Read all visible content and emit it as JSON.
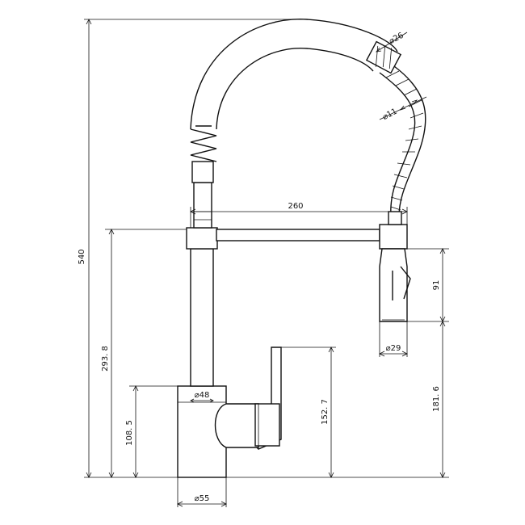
{
  "dimensions": {
    "overall_height": "540",
    "spout_height": "293. 8",
    "spout_reach": "260",
    "sprayer_length": "91",
    "sprayer_height": "181. 6",
    "handle_height": "152. 7",
    "base_height": "108. 5",
    "body_diameter": "⌀48",
    "base_diameter": "⌀55",
    "sprayer_diameter": "⌀29",
    "hose_tip_diameter": "⌀26",
    "hose_diameter": "⌀11"
  }
}
